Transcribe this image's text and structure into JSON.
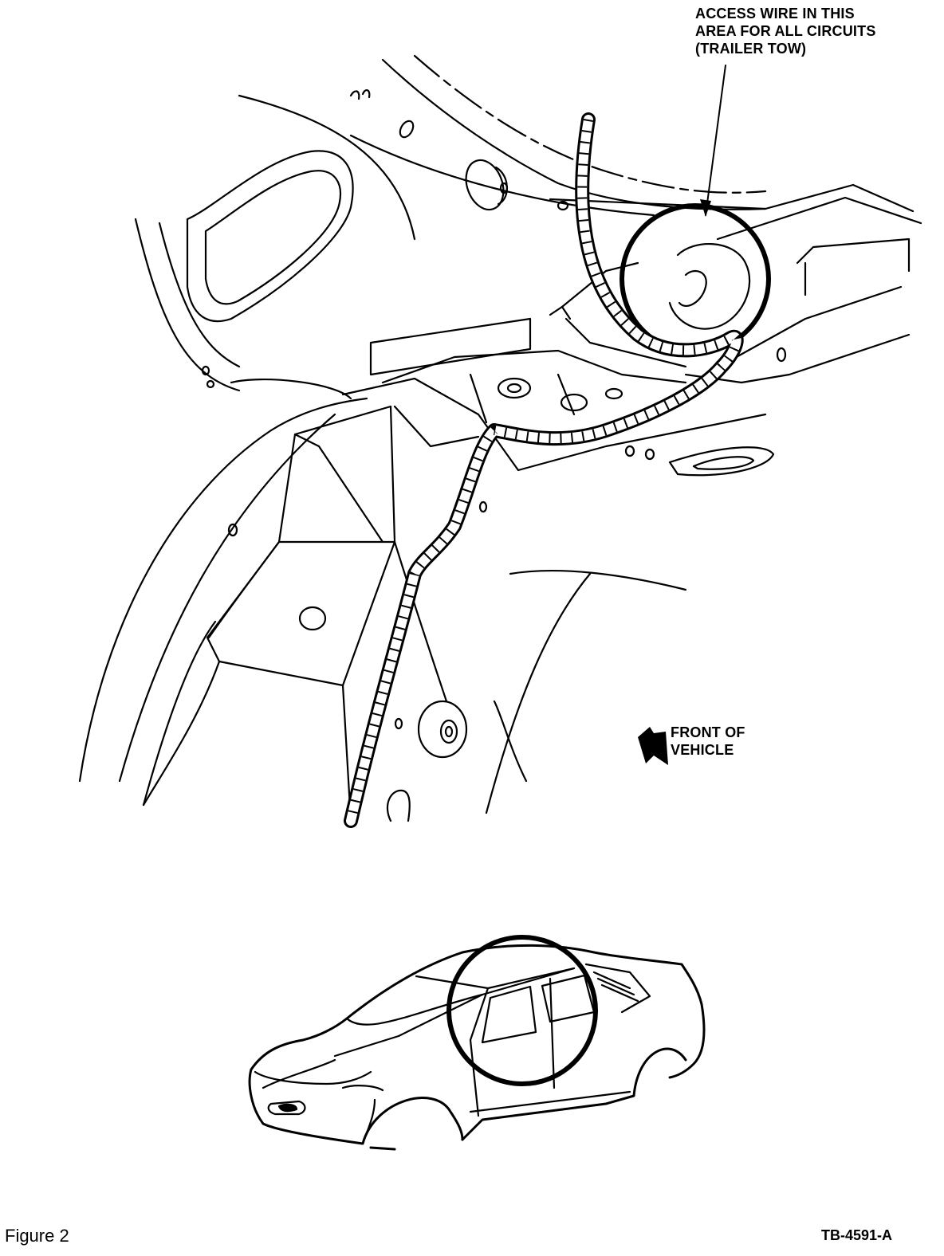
{
  "callouts": {
    "access_wire": {
      "lines": [
        "ACCESS WIRE IN THIS",
        "AREA FOR ALL CIRCUITS",
        "(TRAILER TOW)"
      ]
    },
    "front_of_vehicle": {
      "lines": [
        "FRONT OF",
        "VEHICLE"
      ]
    }
  },
  "caption": "Figure 2",
  "figure_id": "TB-4591-A",
  "colors": {
    "ink": "#000000",
    "paper": "#ffffff"
  }
}
